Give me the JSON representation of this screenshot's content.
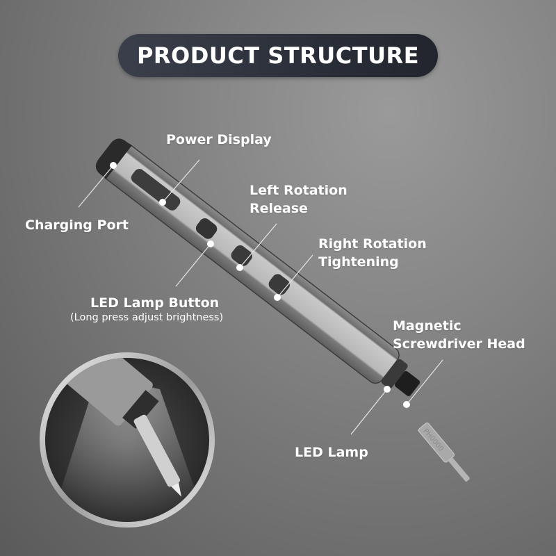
{
  "title": "PRODUCT STRUCTURE",
  "labels": {
    "power_display": "Power Display",
    "charging_port": "Charging Port",
    "left_rotation_line1": "Left Rotation",
    "left_rotation_line2": "Release",
    "right_rotation_line1": "Right Rotation",
    "right_rotation_line2": "Tightening",
    "led_button": "LED Lamp Button",
    "led_button_note": "(Long press adjust brightness)",
    "magnetic_line1": "Magnetic",
    "magnetic_line2": "Screwdriver Head",
    "led_lamp": "LED Lamp"
  },
  "bit_marking": "PH0000",
  "colors": {
    "title_bg": "#2b2f39",
    "text": "#ffffff",
    "body_light": "#bdbdbd",
    "body_dark": "#7a7a7a"
  }
}
